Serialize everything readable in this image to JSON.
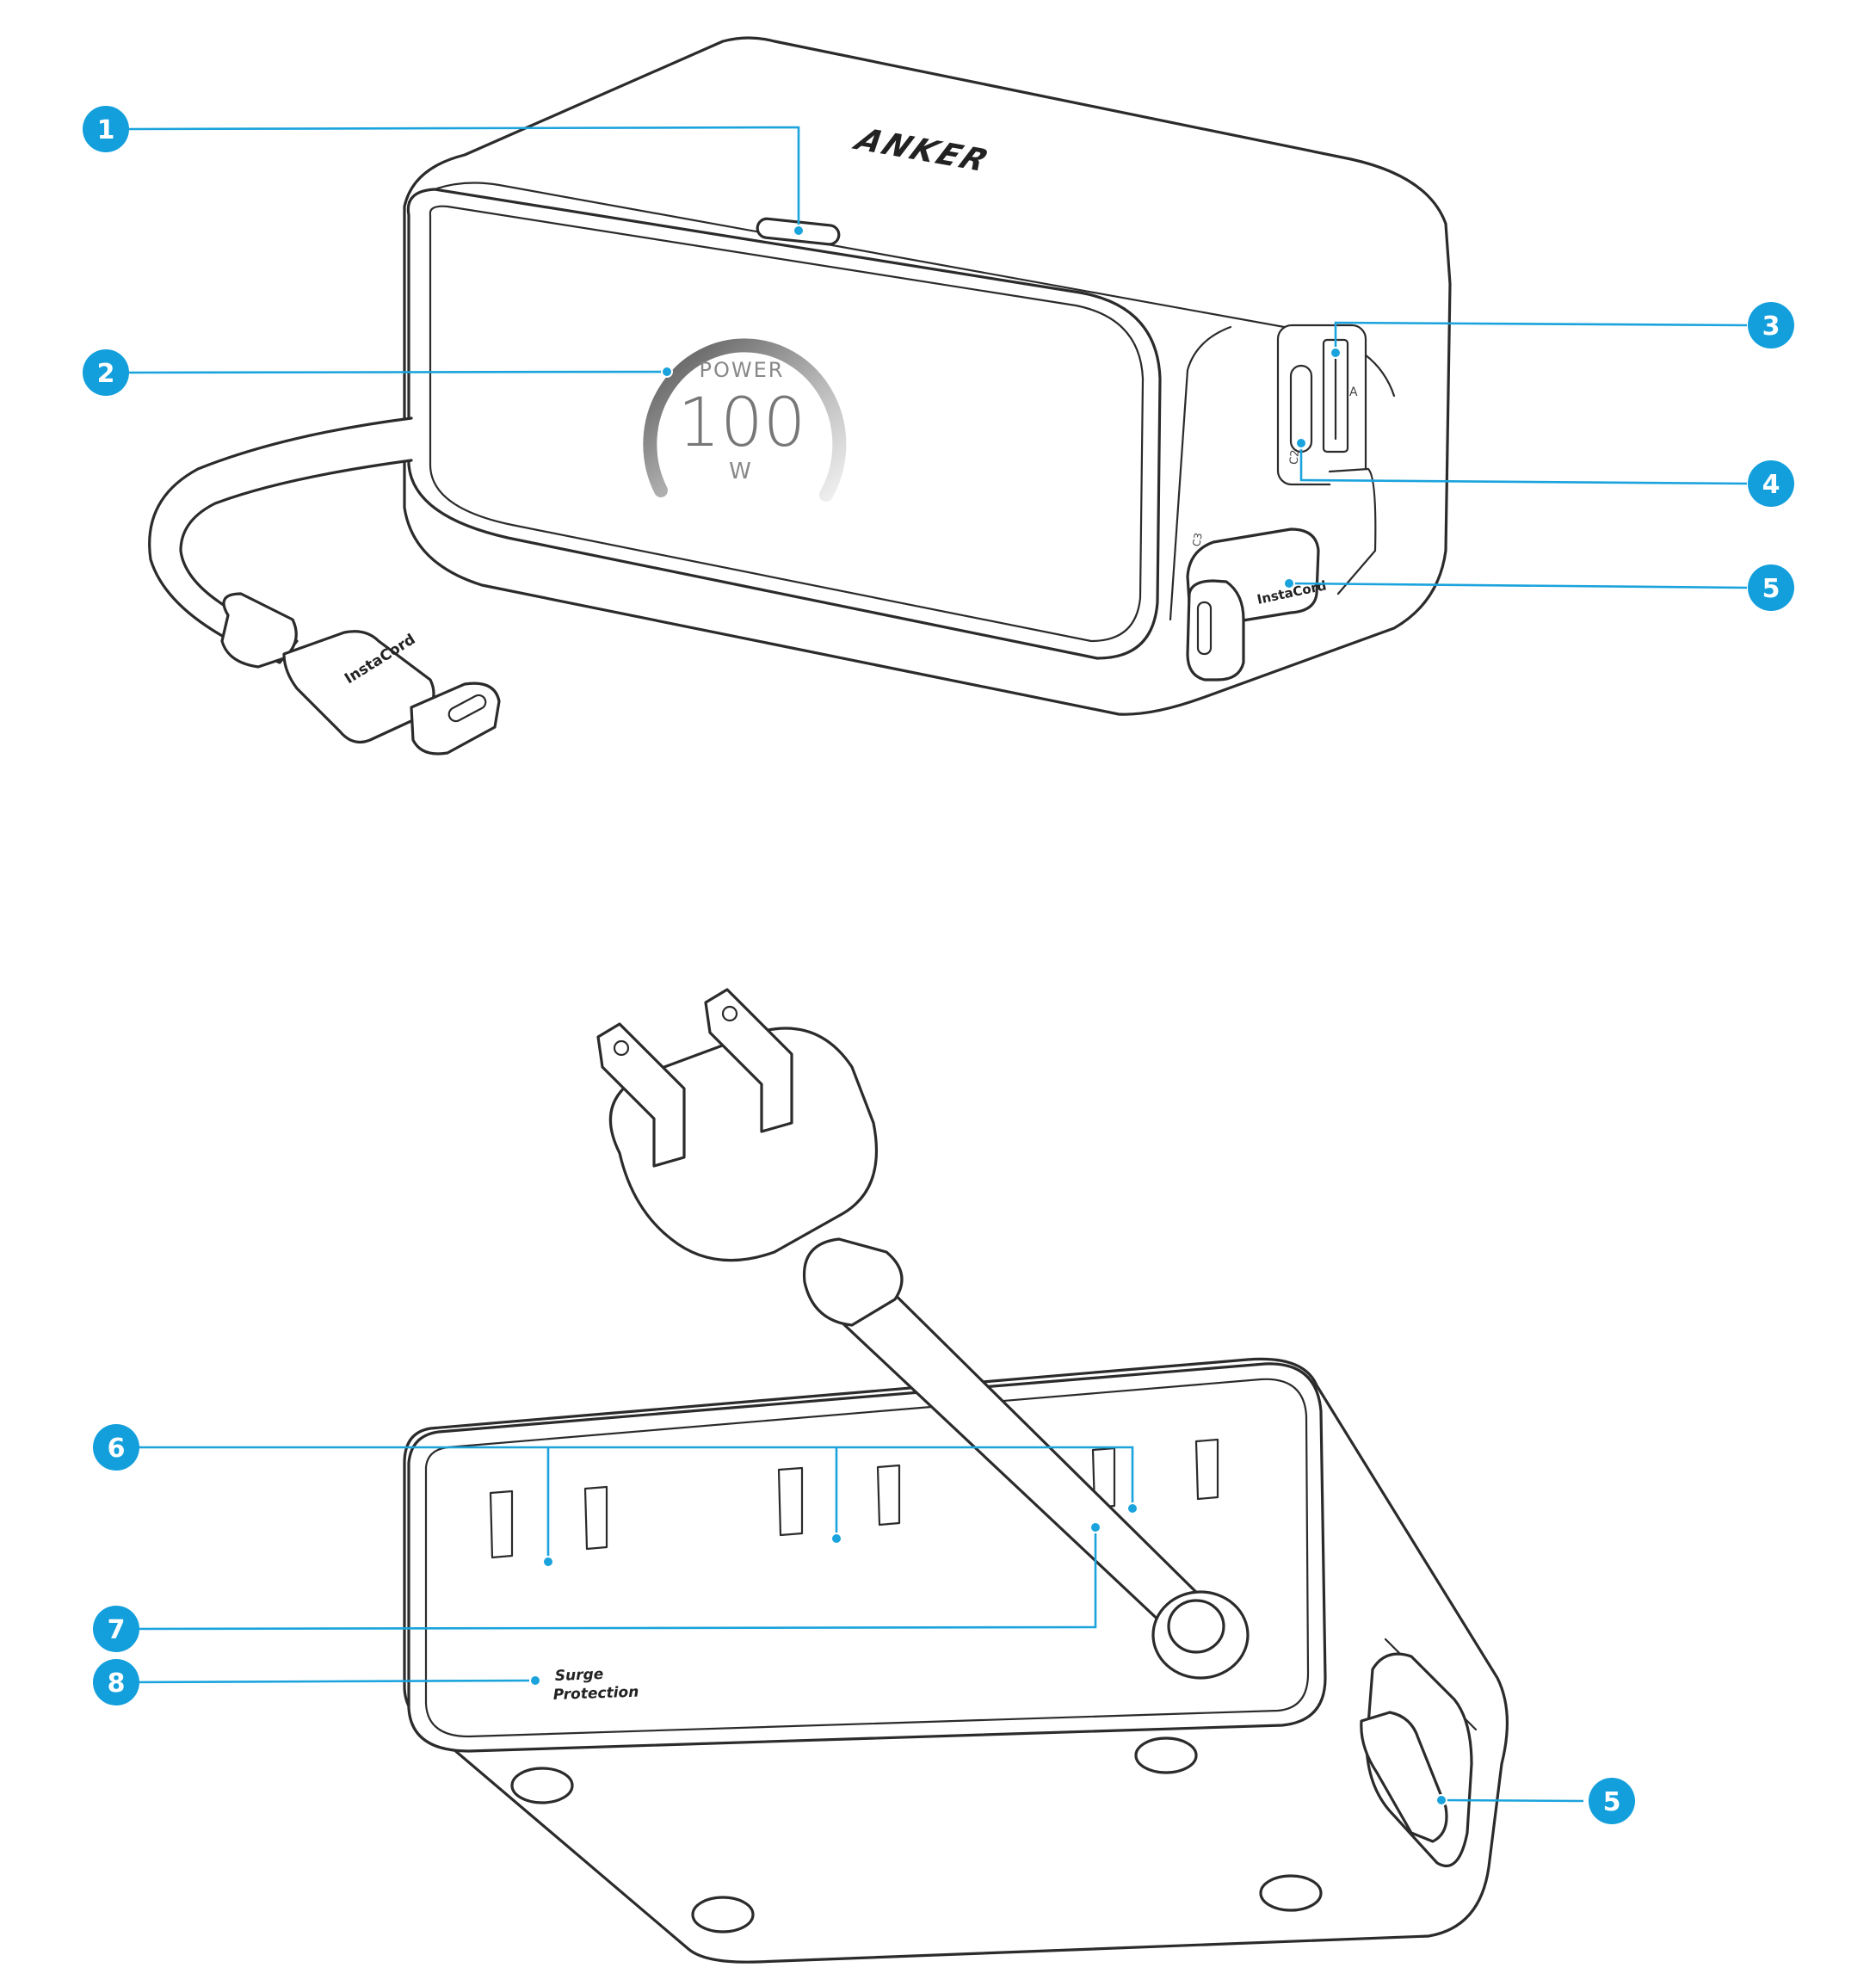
{
  "brand": "ANKER",
  "display": {
    "label": "POWER",
    "value": "100",
    "unit": "W"
  },
  "connector_brand": "InstaCord",
  "port_labels": {
    "usb_a": "A",
    "usb_c2": "C2",
    "usb_c3": "C3"
  },
  "bottom_label": {
    "line1": "Surge",
    "line2": "Protection"
  },
  "callouts": [
    {
      "num": "1"
    },
    {
      "num": "2"
    },
    {
      "num": "3"
    },
    {
      "num": "4"
    },
    {
      "num": "5"
    },
    {
      "num": "6"
    },
    {
      "num": "7"
    },
    {
      "num": "8"
    },
    {
      "num": "5"
    }
  ],
  "colors": {
    "accent": "#129fdc",
    "line": "#2b2b2b"
  }
}
